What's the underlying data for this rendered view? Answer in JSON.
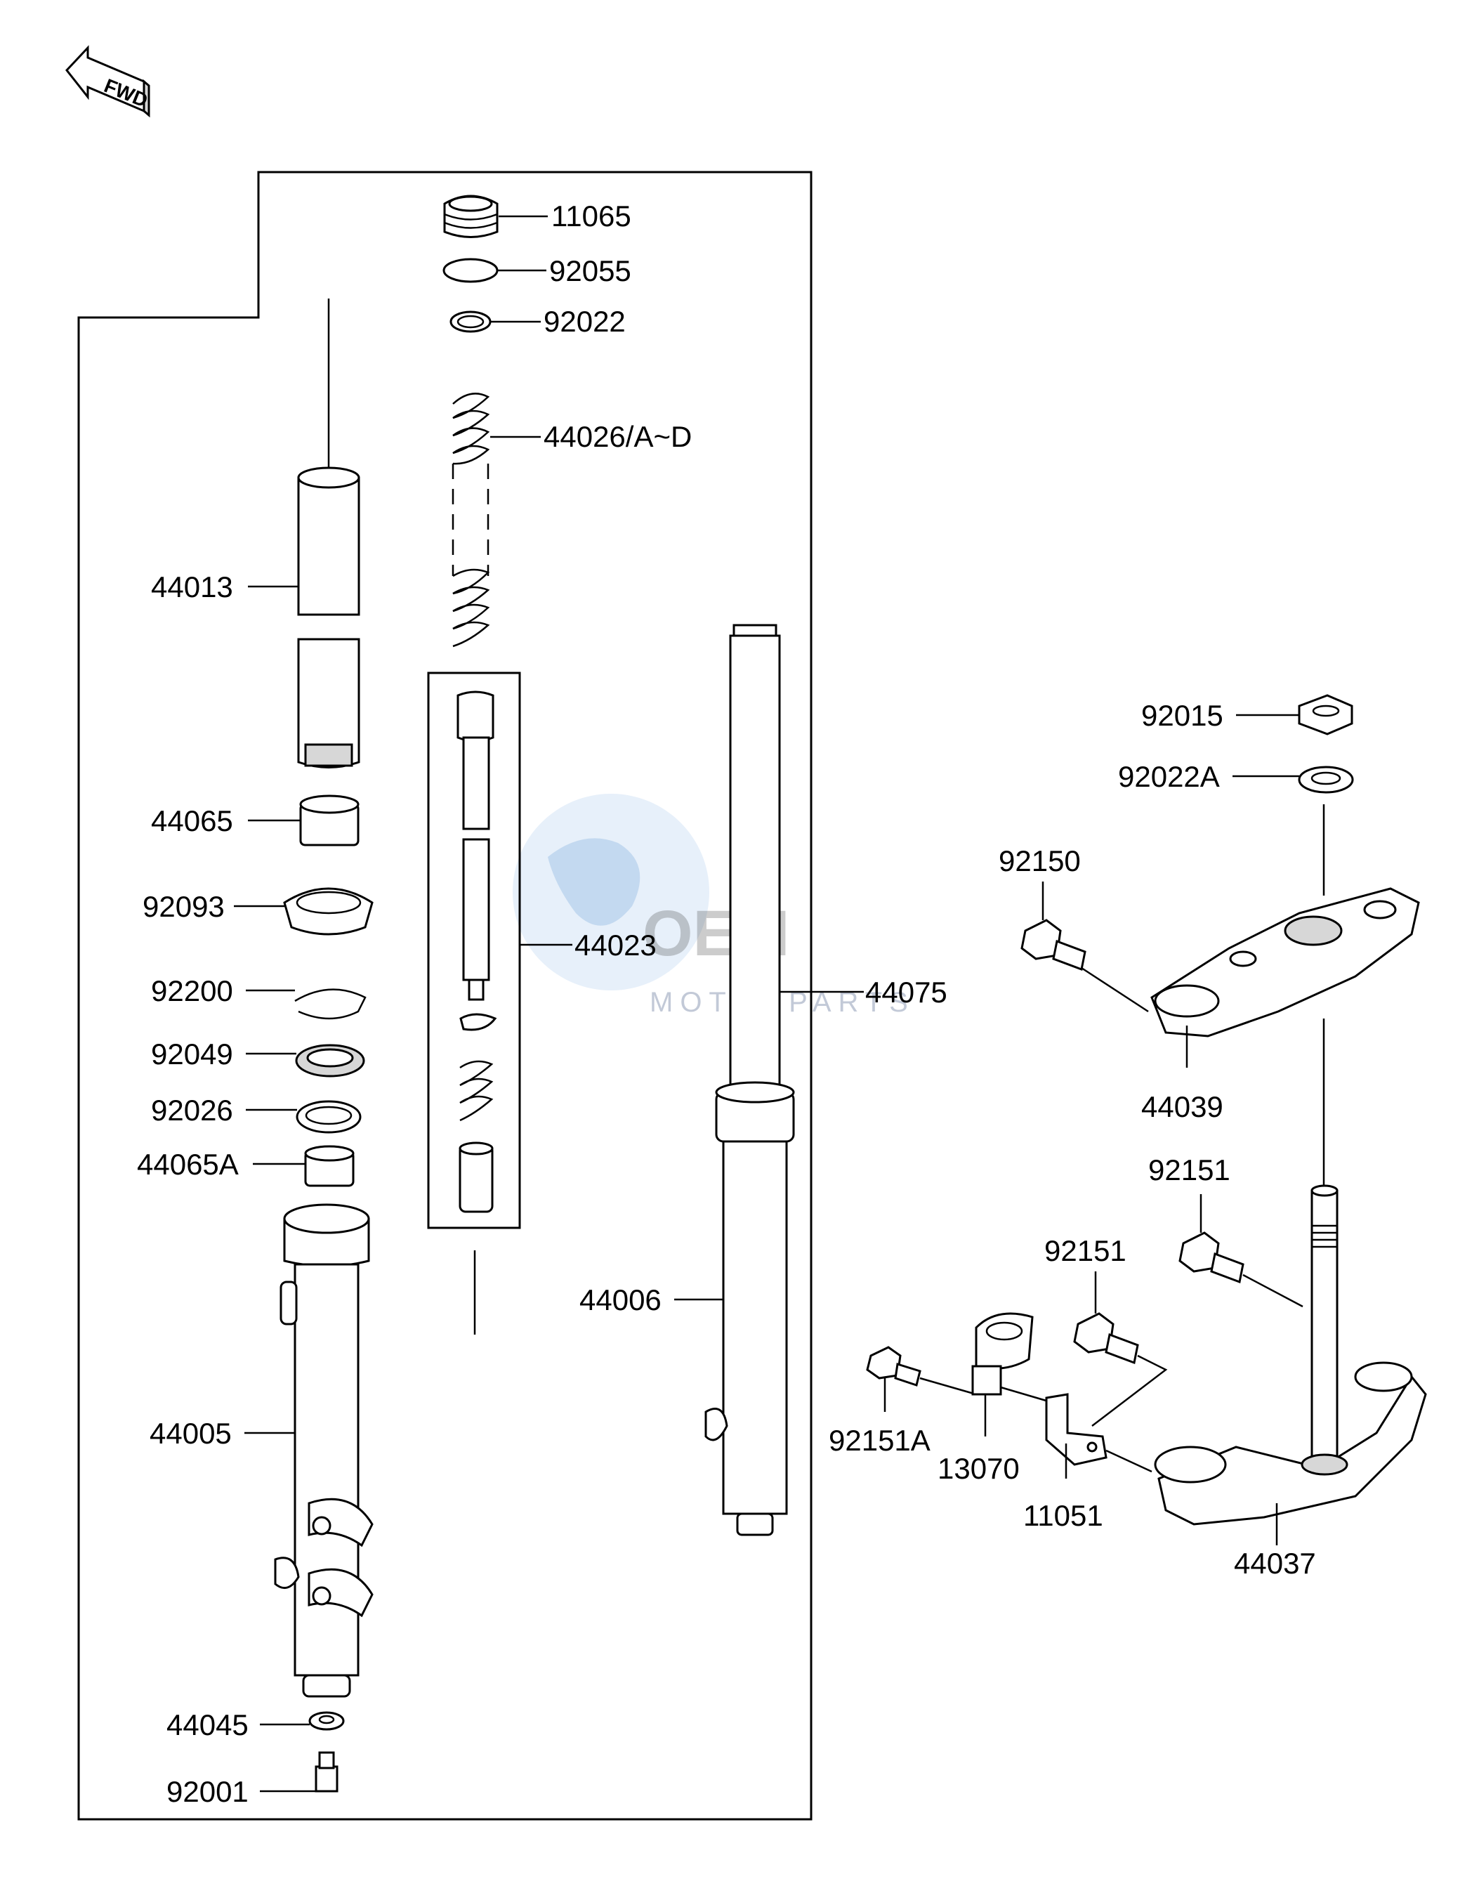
{
  "fwd_badge": "FWD",
  "watermark": {
    "main": "OEM",
    "sub": "MOTORPARTS"
  },
  "labels": {
    "p11065": "11065",
    "p92055": "92055",
    "p92022": "92022",
    "p44026": "44026/A~D",
    "p44013": "44013",
    "p44065": "44065",
    "p92093": "92093",
    "p92200": "92200",
    "p92049": "92049",
    "p92026": "92026",
    "p44065A": "44065A",
    "p44005": "44005",
    "p44045": "44045",
    "p92001": "92001",
    "p44023": "44023",
    "p44075": "44075",
    "p44006": "44006",
    "p92015": "92015",
    "p92022A": "92022A",
    "p92150": "92150",
    "p44039": "44039",
    "p92151a": "92151",
    "p92151b": "92151",
    "p92151A": "92151A",
    "p13070": "13070",
    "p11051": "11051",
    "p44037": "44037"
  }
}
